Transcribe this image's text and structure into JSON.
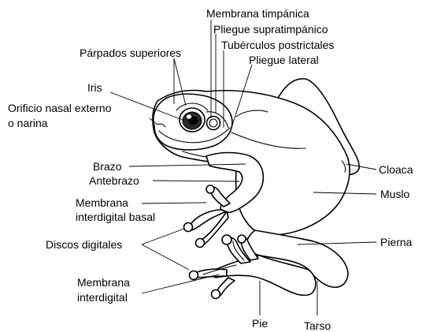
{
  "labels": {
    "membrana_timpanica": "Membrana timpánica",
    "pliegue_supratimpanico": "Pliegue supratimpánico",
    "tuberculos_postrictales": "Tubérculos postrictales",
    "pliegue_lateral": "Pliegue lateral",
    "parpados_superiores": "Párpados superiores",
    "iris": "Iris",
    "orificio_nasal_line1": "Orificio nasal externo",
    "orificio_nasal_line2": "o narina",
    "brazo": "Brazo",
    "antebrazo": "Antebrazo",
    "membrana_basal_line1": "Membrana",
    "membrana_basal_line2": "interdigital basal",
    "discos_digitales": "Discos digitales",
    "membrana_line1": "Membrana",
    "membrana_line2": "interdigital",
    "cloaca": "Cloaca",
    "muslo": "Muslo",
    "pierna": "Pierna",
    "pie": "Pie",
    "tarso": "Tarso"
  }
}
